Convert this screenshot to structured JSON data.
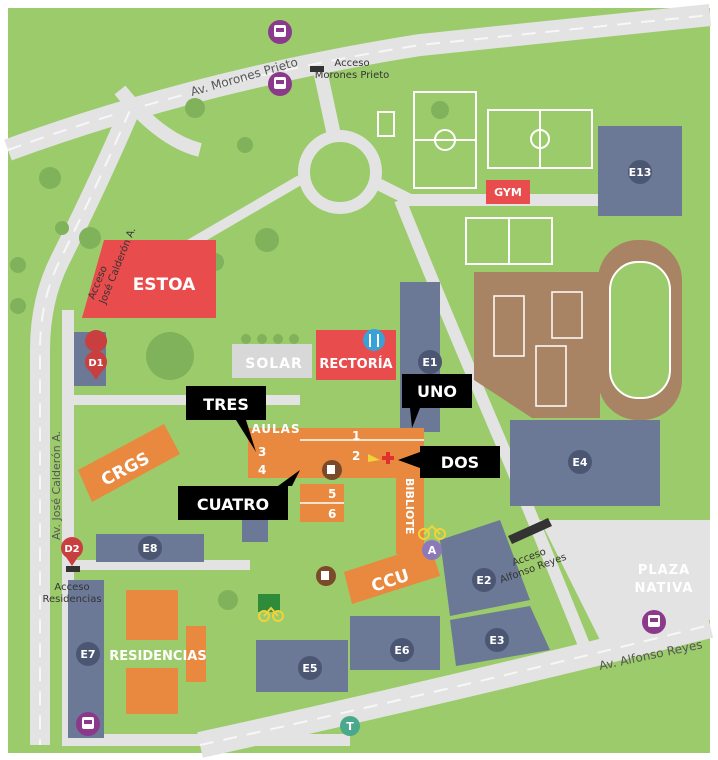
{
  "roads": {
    "morones": "Av. Morones Prieto",
    "calderon_diag": "Acceso\nJosé Calderón A.",
    "calderon_vert": "Av. José Calderón A.",
    "alfonso": "Av. Alfonso Reyes"
  },
  "accesses": {
    "morones": "Acceso\nMorones Prieto",
    "residencias": "Acceso\nResidencias",
    "alfonso": "Acceso\nAlfonso Reyes"
  },
  "buildings": {
    "estoa": "ESTOA",
    "solar": "SOLAR",
    "rectoria": "RECTORÍA",
    "aulas": "AULAS",
    "crgs": "CRGS",
    "biblioteca": "BIBLIOTE",
    "ccu": "CCU",
    "residencias": "RESIDENCIAS",
    "gym": "GYM",
    "plaza": "PLAZA\nNATIVA"
  },
  "markers": {
    "e1": "E1",
    "e2": "E2",
    "e3": "E3",
    "e4": "E4",
    "e5": "E5",
    "e6": "E6",
    "e7": "E7",
    "e8": "E8",
    "e13": "E13",
    "d1": "D1",
    "d2": "D2",
    "a": "A",
    "t": "T"
  },
  "aula_numbers": [
    "1",
    "2",
    "3",
    "4",
    "5",
    "6"
  ],
  "callouts": {
    "uno": "UNO",
    "dos": "DOS",
    "tres": "TRES",
    "cuatro": "CUATRO"
  },
  "icons": [
    "bus-icon",
    "restaurant-icon",
    "coffee-icon",
    "bike-icon",
    "first-aid-icon"
  ],
  "colors": {
    "grass": "#9ccb6b",
    "dark_grass": "#7fb25a",
    "road": "#e3e3e3",
    "building_gray": "#6b7896",
    "orange": "#e8893f",
    "red": "#e94c4c",
    "track": "#a88465",
    "bus": "#8b3a8b",
    "callout": "#000000"
  }
}
